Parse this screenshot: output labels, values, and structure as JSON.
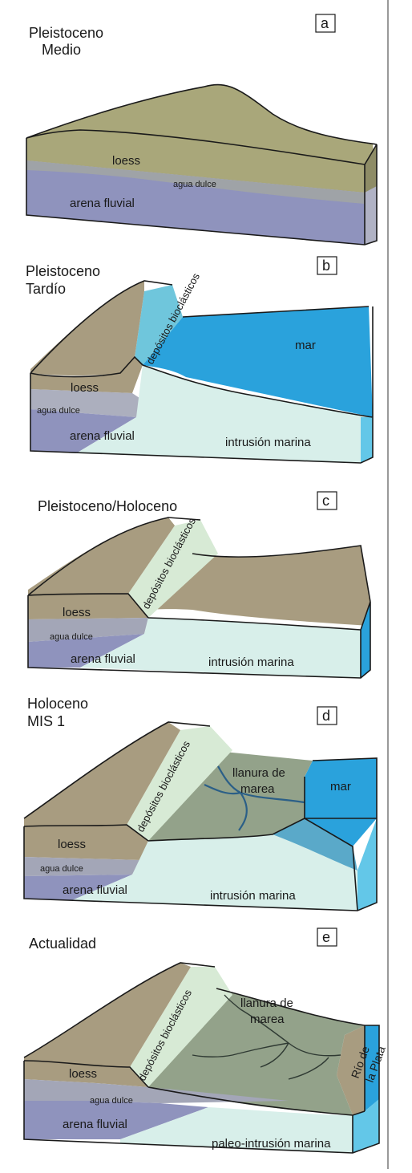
{
  "colors": {
    "loess_olive": "#a9a77a",
    "loess_brown": "#a89c80",
    "bio_deposit": "#d7ead5",
    "sea": "#2aa2dc",
    "sea_light": "#63c7e8",
    "fresh_sand": "#8f93bd",
    "marine_intrusion": "#d8efea",
    "tidal_flat": "#93a28a",
    "border": "#1a1a1a"
  },
  "panels": [
    {
      "letter": "a",
      "title_lines": [
        "Pleistoceno",
        "Medio"
      ],
      "labels": {
        "loess": "loess",
        "agua": "agua dulce",
        "arena": "arena fluvial"
      }
    },
    {
      "letter": "b",
      "title_lines": [
        "Pleistoceno",
        "Tardío"
      ],
      "labels": {
        "bio": "depósitos bioclásticos",
        "mar": "mar",
        "loess": "loess",
        "agua": "agua dulce",
        "arena": "arena fluvial",
        "intrusion": "intrusión marina"
      }
    },
    {
      "letter": "c",
      "title_lines": [
        "Pleistoceno/Holoceno"
      ],
      "labels": {
        "bio": "depósitos bioclásticos",
        "loess": "loess",
        "agua": "agua dulce",
        "arena": "arena fluvial",
        "intrusion": "intrusión marina"
      }
    },
    {
      "letter": "d",
      "title_lines": [
        "Holoceno",
        "MIS 1"
      ],
      "labels": {
        "bio": "depósitos bioclásticos",
        "llanura_1": "llanura de",
        "llanura_2": "marea",
        "mar": "mar",
        "loess": "loess",
        "agua": "agua dulce",
        "arena": "arena fluvial",
        "intrusion": "intrusión marina"
      }
    },
    {
      "letter": "e",
      "title_lines": [
        "Actualidad"
      ],
      "labels": {
        "bio": "depósitos bioclásticos",
        "llanura_1": "llanura de",
        "llanura_2": "marea",
        "rio_1": "Río de",
        "rio_2": "la Plata",
        "loess": "loess",
        "agua": "agua dulce",
        "arena": "arena fluvial",
        "intrusion": "paleo-intrusión marina"
      }
    }
  ]
}
